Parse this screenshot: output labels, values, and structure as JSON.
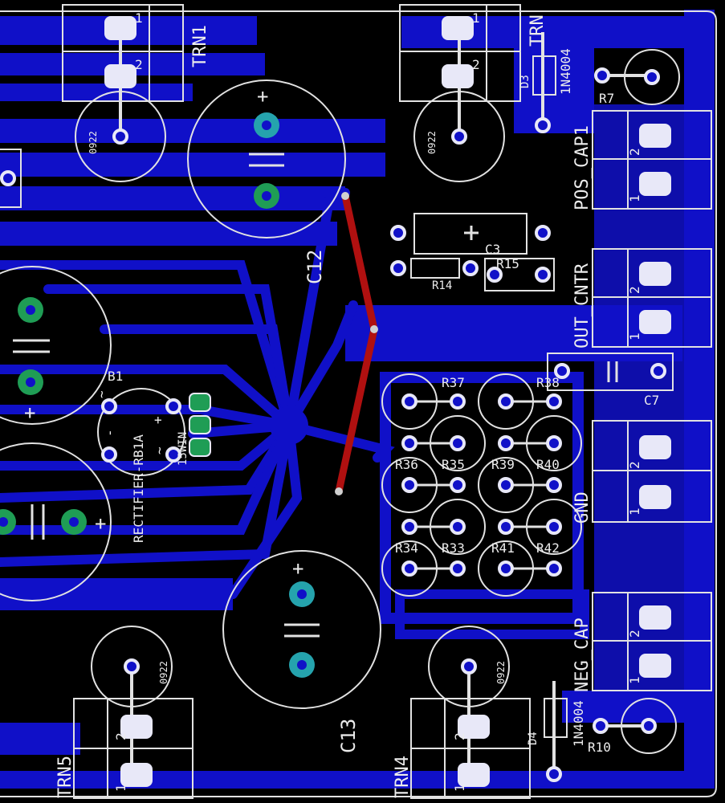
{
  "colors": {
    "background": "#000000",
    "copper_bottom": "#1010c8",
    "copper_top": "#b01010",
    "silkscreen": "#e2e2e2",
    "pad_green": "#1f9d55",
    "pad_cyan": "#25a3ad",
    "via": "#c0c0c0"
  },
  "connectors": {
    "trn1": {
      "name": "TRN1",
      "pin1": "1",
      "pin2": "2"
    },
    "trn": {
      "name": "TRN",
      "pin1": "1",
      "pin2": "2"
    },
    "trn4": {
      "name": "TRN4",
      "pin1": "1",
      "pin2": "2"
    },
    "trn5": {
      "name": "TRN5",
      "pin1": "1",
      "pin2": "2"
    },
    "pos_cap1": {
      "name": "POS_CAP1",
      "pin1": "1",
      "pin2": "2"
    },
    "out_cntr": {
      "name": "OUT_CNTR",
      "pin1": "1",
      "pin2": "2"
    },
    "gnd": {
      "name": "GND",
      "pin1": "1",
      "pin2": "2"
    },
    "neg_cap": {
      "name": "NEG_CAP",
      "pin1": "1",
      "pin2": "2"
    }
  },
  "capacitors": {
    "c12": {
      "name": "C12",
      "plus": "+"
    },
    "c13": {
      "name": "C13",
      "plus": "+"
    },
    "c3": {
      "name": "C3"
    },
    "c7": {
      "name": "C7"
    },
    "left_top_plus": "+",
    "left_bottom_plus": "+"
  },
  "resistors": {
    "r7": "R7",
    "r10": "R10",
    "r14": "R14",
    "r15": "R15",
    "r33": "R33",
    "r34": "R34",
    "r35": "R35",
    "r36": "R36",
    "r37": "R37",
    "r38": "R38",
    "r39": "R39",
    "r40": "R40",
    "r41": "R41",
    "r42": "R42"
  },
  "diodes": {
    "d3": {
      "ref": "D3",
      "part": "1N4004"
    },
    "d4": {
      "ref": "D4",
      "part": "1N4004"
    }
  },
  "rectifier": {
    "ref": "B1",
    "part": "RECTIFIER-RB1A",
    "pin_minus": "-",
    "pin_plus": "+",
    "pin_ac1": "~",
    "pin_ac2": "~"
  },
  "bottom_label": "15WIN",
  "tr_code": "0922"
}
